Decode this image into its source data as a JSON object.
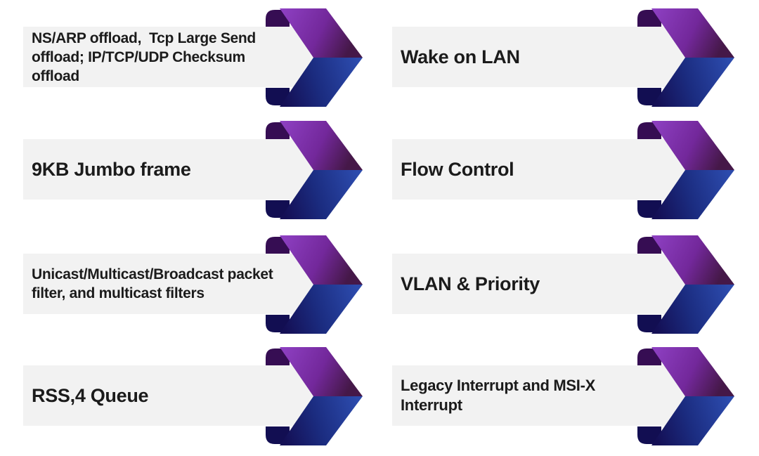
{
  "slide": {
    "background": "#ffffff",
    "description": "Network adapter feature list, two columns of gray bars with 3D purple-blue chevron arrows",
    "arrow_icon": "chevron-right-3d-icon"
  },
  "colors": {
    "bar_background": "#f2f2f2",
    "text": "#1b1b1b",
    "chevron_purple_light": "#8f41c4",
    "chevron_purple_mid": "#73289b",
    "chevron_purple_dark": "#451848",
    "chevron_blue_dark": "#140f55",
    "chevron_blue_mid": "#1b2c80",
    "chevron_blue_light": "#2c4bad",
    "fold_top_purple": "#360d53",
    "fold_bottom_navy": "#120e52"
  },
  "features": {
    "left": [
      {
        "label": "NS/ARP offload,  Tcp Large Send offload; IP/TCP/UDP Checksum offload"
      },
      {
        "label": "9KB Jumbo frame"
      },
      {
        "label": "Unicast/Multicast/Broadcast packet filter, and multicast filters"
      },
      {
        "label": "RSS,4 Queue"
      }
    ],
    "right": [
      {
        "label": "Wake on LAN"
      },
      {
        "label": "Flow Control"
      },
      {
        "label": "VLAN & Priority"
      },
      {
        "label": "Legacy Interrupt and MSI-X Interrupt"
      }
    ]
  }
}
